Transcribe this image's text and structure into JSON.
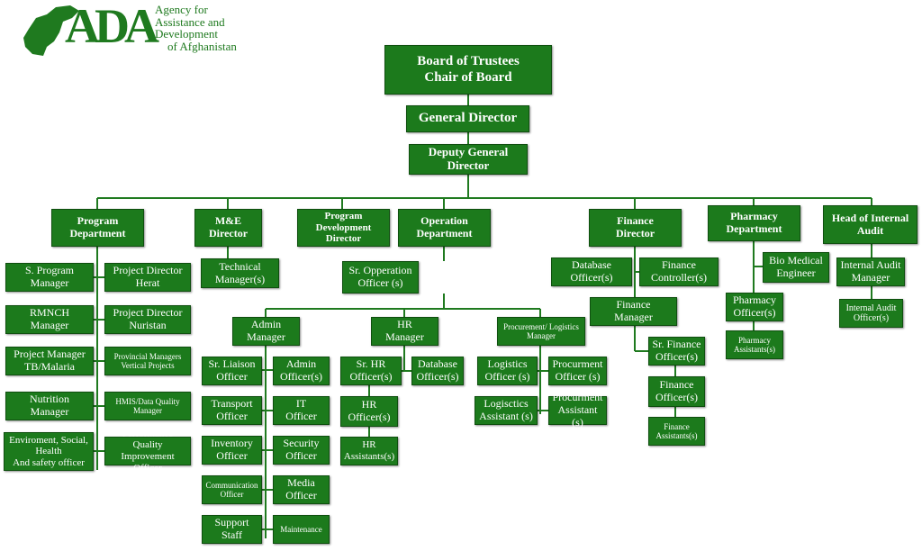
{
  "logo": {
    "letters": "ADA",
    "lines": [
      "Agency for",
      "Assistance and",
      "Development",
      "of Afghanistan"
    ]
  },
  "colors": {
    "box": "#1c7a1c",
    "line": "#1f7a1f",
    "text": "#ffffff"
  },
  "top": {
    "board": "Board of Trustees\nChair of Board",
    "general_director": "General Director",
    "deputy": "Deputy General\nDirector"
  },
  "departments": {
    "program": "Program\nDepartment",
    "me": "M&E\nDirector",
    "program_development": "Program\nDevelopment\nDirector",
    "operation": "Operation\nDepartment",
    "finance": "Finance\nDirector",
    "pharmacy": "Pharmacy\nDepartment",
    "internal_audit": "Head of Internal\nAudit"
  },
  "program": {
    "left": [
      "S. Program\nManager",
      "RMNCH\nManager",
      "Project Manager\nTB/Malaria",
      "Nutrition\nManager",
      "Enviroment, Social,\nHealth\nAnd safety officer"
    ],
    "right": [
      "Project Director\nHerat",
      "Project Director\nNuristan",
      "Provincial Managers\nVertical Projects",
      "HMIS/Data Quality\nManager",
      "Performance Quality\nImprovement Officer"
    ]
  },
  "me": {
    "technical": "Technical\nManager(s)"
  },
  "operation": {
    "sr_officer": "Sr. Opperation\nOfficer (s)",
    "admin_manager": "Admin\nManager",
    "hr_manager": "HR\nManager",
    "procurement_manager": "Procurement/ Logistics\nManager",
    "admin_left": [
      "Sr. Liaison\nOfficer",
      "Transport\nOfficer",
      "Inventory\nOfficer",
      "Communication\nOfficer",
      "Support\nStaff"
    ],
    "admin_right": [
      "Admin\nOfficer(s)",
      "IT\nOfficer",
      "Security\nOfficer",
      "Media\nOfficer",
      "Maintenance"
    ],
    "hr_left": [
      "Sr. HR\nOfficer(s)",
      "HR\nOfficer(s)",
      "HR\nAssistants(s)"
    ],
    "hr_database": "Database\nOfficer(s)",
    "proc_left": [
      "Logistics\nOfficer (s)",
      "Logisctics\nAssistant (s)"
    ],
    "proc_right": [
      "Procurment\nOfficer (s)",
      "Procurment\nAssistant (s)"
    ]
  },
  "finance": {
    "database": "Database\nOfficer(s)",
    "controller": "Finance\nController(s)",
    "manager": "Finance\nManager",
    "chain": [
      "Sr. Finance\nOfficer(s)",
      "Finance\nOfficer(s)",
      "Finance\nAssistants(s)"
    ]
  },
  "pharmacy": {
    "bio": "Bio Medical\nEngineer",
    "officer": "Pharmacy\nOfficer(s)",
    "assistants": "Pharmacy\nAssistants(s)"
  },
  "audit": {
    "manager": "Internal Audit\nManager",
    "officers": "Internal Audit\nOfficer(s)"
  }
}
